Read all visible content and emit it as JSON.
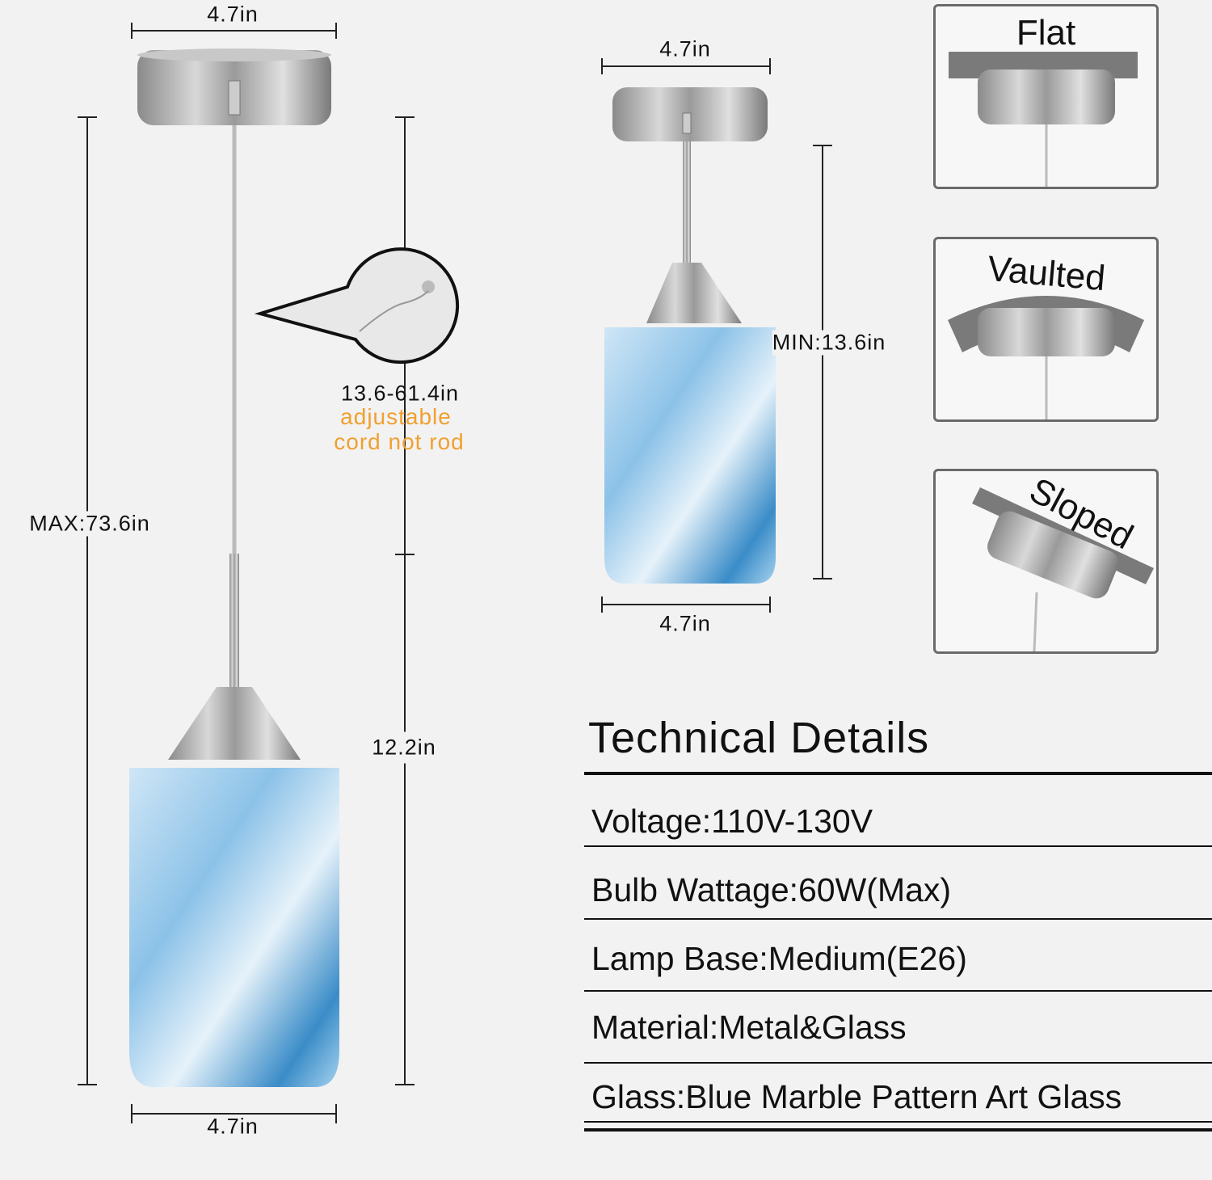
{
  "left_lamp": {
    "top_width": "4.7in",
    "max_height": "MAX:73.6in",
    "cord_range": "13.6-61.4in",
    "cord_note_1": "adjustable",
    "cord_note_2": "cord not rod",
    "shade_height": "12.2in",
    "bottom_width": "4.7in"
  },
  "middle_lamp": {
    "top_width": "4.7in",
    "min_height": "MIN:13.6in",
    "bottom_width": "4.7in"
  },
  "mount_types": [
    {
      "label": "Flat"
    },
    {
      "label": "Vaulted"
    },
    {
      "label": "Sloped"
    }
  ],
  "technical_details": {
    "title": "Technical Details",
    "rows": [
      "Voltage:110V-130V",
      "Bulb Wattage:60W(Max)",
      "Lamp Base:Medium(E26)",
      "Material:Metal&Glass",
      "Glass:Blue Marble Pattern Art Glass"
    ]
  },
  "colors": {
    "accent_orange": "#f0a030",
    "glass_blue": "#3a8cc8",
    "metal": "#a8a8a8"
  }
}
